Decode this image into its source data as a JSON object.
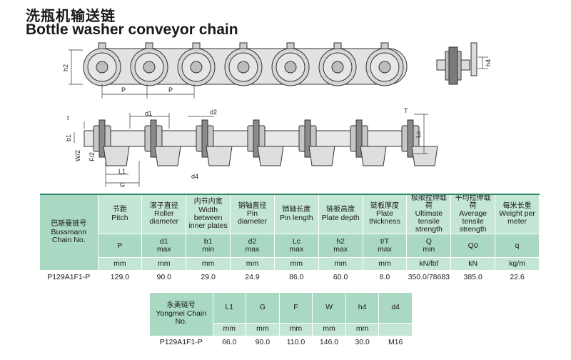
{
  "header": {
    "title_cn": "洗瓶机输送链",
    "title_en": "Bottle washer conveyor chain"
  },
  "drawing": {
    "labels": {
      "h2": "h2",
      "P": "P",
      "h4": "h4",
      "d1": "d1",
      "d2": "d2",
      "t": "t",
      "b1": "b1",
      "W2": "W/2",
      "F2": "F/2",
      "L1": "L1",
      "G": "G",
      "d4": "d4",
      "T": "T",
      "Lc": "Lc"
    },
    "colors": {
      "line": "#333333",
      "fill": "#dcdcdc",
      "dark": "#7a7a7a"
    }
  },
  "table1": {
    "row_label_cn": "巴斯曼链号",
    "row_label_en": "Bussmann Chain No.",
    "columns": [
      {
        "cn": "节距",
        "en": "Pitch",
        "sym": "P",
        "qual": "",
        "unit": "mm",
        "value": "129.0"
      },
      {
        "cn": "滚子直径",
        "en": "Roller diameter",
        "sym": "d1",
        "qual": "max",
        "unit": "mm",
        "value": "90.0"
      },
      {
        "cn": "内节内宽",
        "en": "Width between inner plates",
        "sym": "b1",
        "qual": "min",
        "unit": "mm",
        "value": "29.0"
      },
      {
        "cn": "销轴直径",
        "en": "Pin diameter",
        "sym": "d2",
        "qual": "max",
        "unit": "mm",
        "value": "24.9"
      },
      {
        "cn": "销轴长度",
        "en": "Pin length",
        "sym": "Lc",
        "qual": "max",
        "unit": "mm",
        "value": "86.0"
      },
      {
        "cn": "链板高度",
        "en": "Plate depth",
        "sym": "h2",
        "qual": "max",
        "unit": "mm",
        "value": "60.0"
      },
      {
        "cn": "链板厚度",
        "en": "Plate thickness",
        "sym": "t/T",
        "qual": "max",
        "unit": "mm",
        "value": "8.0"
      },
      {
        "cn": "极限拉伸载荷",
        "en": "Ultimate tensile strength",
        "sym": "Q",
        "qual": "min",
        "unit": "kN/lbf",
        "value": "350.0/78683"
      },
      {
        "cn": "平均拉伸载荷",
        "en": "Average tensile strength",
        "sym": "Q0",
        "qual": "",
        "unit": "kN",
        "value": "385.0"
      },
      {
        "cn": "每米长重",
        "en": "Weight per meter",
        "sym": "q",
        "qual": "",
        "unit": "kg/m",
        "value": "22.6"
      }
    ],
    "chain_no": "P129A1F1-P"
  },
  "table2": {
    "row_label_cn": "永美链号",
    "row_label_en": "Yongmei Chain No.",
    "columns": [
      {
        "sym": "L1",
        "unit": "mm",
        "value": "66.0"
      },
      {
        "sym": "G",
        "unit": "mm",
        "value": "90.0"
      },
      {
        "sym": "F",
        "unit": "mm",
        "value": "110.0"
      },
      {
        "sym": "W",
        "unit": "mm",
        "value": "146.0"
      },
      {
        "sym": "h4",
        "unit": "mm",
        "value": "30.0"
      },
      {
        "sym": "d4",
        "unit": "",
        "value": "M16"
      }
    ],
    "chain_no": "P129A1F1-P"
  }
}
